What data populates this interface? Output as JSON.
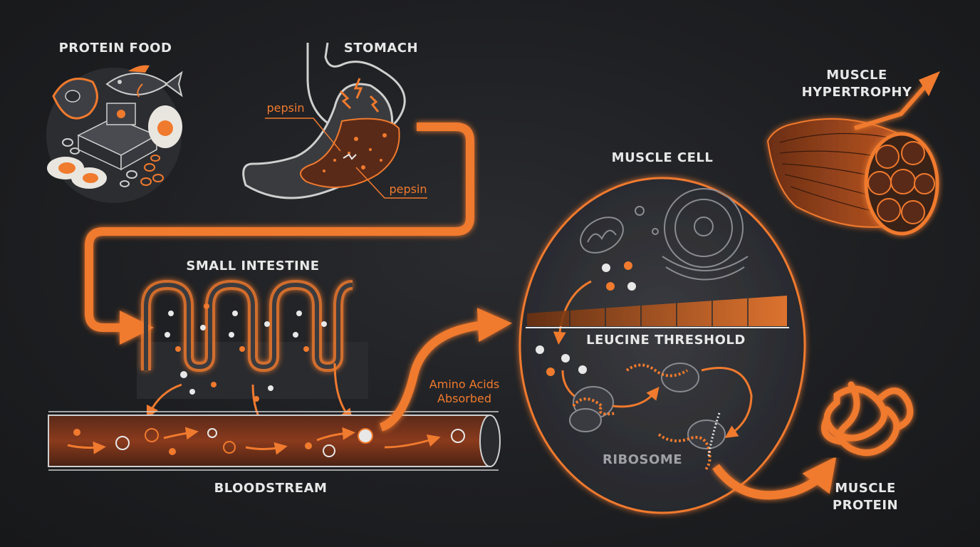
{
  "labels": {
    "protein_food": "PROTEIN FOOD",
    "stomach": "STOMACH",
    "pepsin_top": "pepsin",
    "pepsin_bottom": "pepsin",
    "small_intestine": "SMALL INTESTINE",
    "amino_acids_absorbed": "Amino Acids\nAbsorbed",
    "bloodstream": "BLOODSTREAM",
    "muscle_cell": "MUSCLE CELL",
    "leucine_threshold": "LEUCINE THRESHOLD",
    "ribosome": "RIBOSOME",
    "muscle_hypertrophy": "MUSCLE\nHYPERTROPHY",
    "muscle_protein": "MUSCLE\nPROTEIN"
  },
  "colors": {
    "accent": "#f07a2e",
    "background": "#1e1f22",
    "outline": "#cfcfcf",
    "fill": "#3a3b3f",
    "text": "#e8e8e8"
  }
}
